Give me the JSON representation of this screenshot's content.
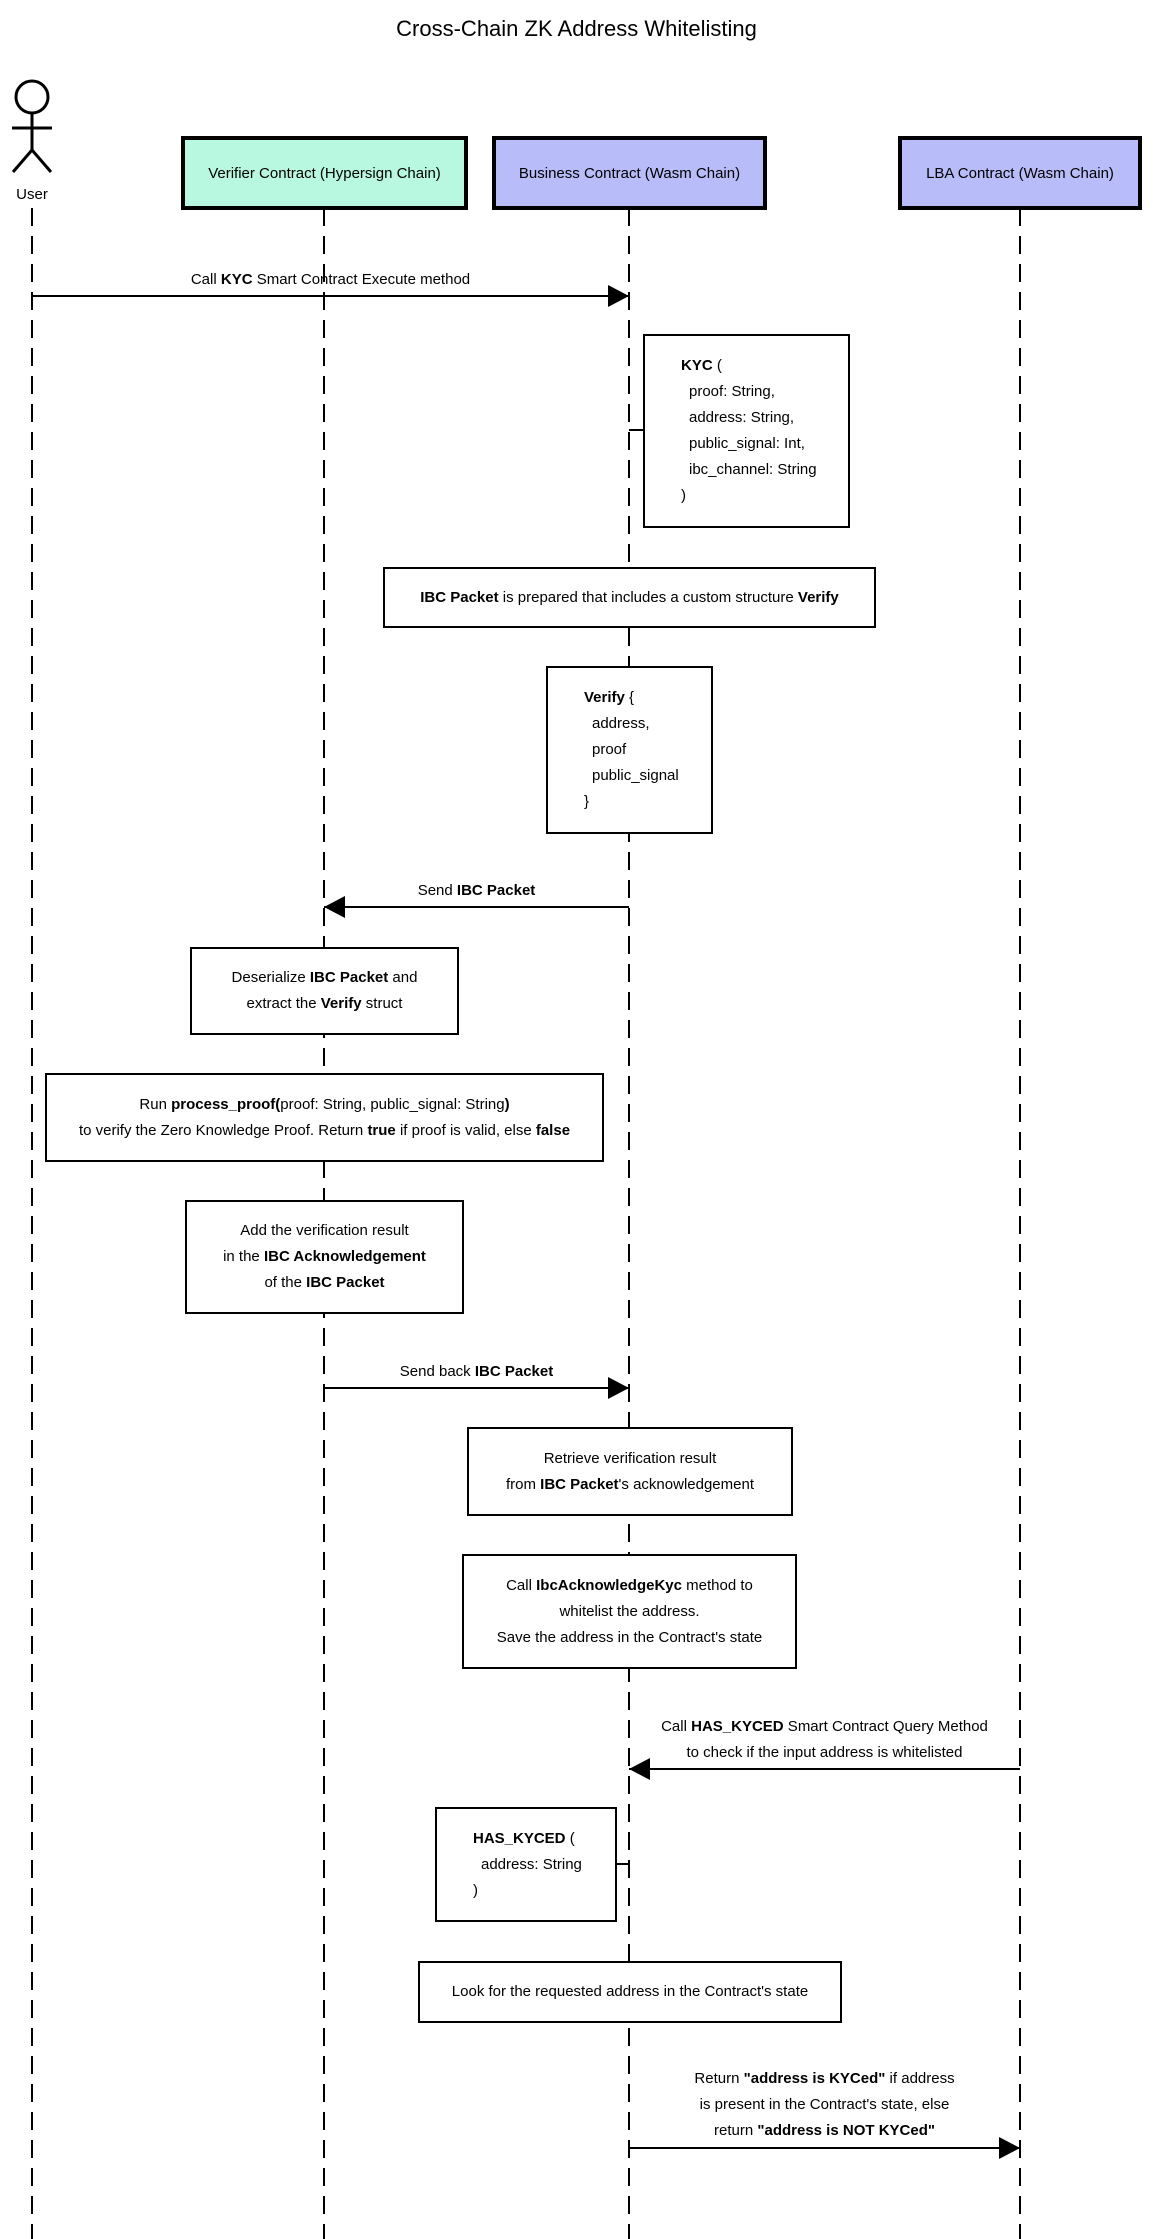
{
  "title": "Cross-Chain ZK Address Whitelisting",
  "actor": {
    "label": "User"
  },
  "participants": {
    "verifier": {
      "label": "Verifier Contract (Hypersign Chain)",
      "color": "#b8f8e0"
    },
    "business": {
      "label": "Business Contract (Wasm Chain)",
      "color": "#b8bcf8"
    },
    "lba": {
      "label": "LBA Contract (Wasm Chain)",
      "color": "#b8bcf8"
    }
  },
  "messages": {
    "call_kyc": {
      "pre": "Call ",
      "bold": "KYC",
      "post": " Smart Contract Execute method"
    },
    "send_ibc": {
      "pre": "Send ",
      "bold": "IBC Packet"
    },
    "send_back": {
      "pre": "Send back ",
      "bold": "IBC Packet"
    },
    "has_kyced_query": {
      "l1_pre": "Call ",
      "l1_bold": "HAS_KYCED",
      "l1_post": " Smart Contract Query Method",
      "l2": "to check if the input address is whitelisted"
    },
    "return_result": {
      "l1_pre": "Return ",
      "l1_bold": "\"address is KYCed\"",
      "l1_post": " if address",
      "l2": "is present in the Contract's state, else",
      "l3_pre": "return ",
      "l3_bold": "\"address is NOT KYCed\""
    }
  },
  "notes": {
    "kyc_struct": {
      "name": "KYC",
      "open": " (",
      "fields": [
        "proof: String,",
        "address: String,",
        "public_signal: Int,",
        "ibc_channel: String"
      ],
      "close": ")"
    },
    "ibc_prepared": {
      "bold1": "IBC Packet",
      "mid": " is prepared that includes a custom structure ",
      "bold2": "Verify"
    },
    "verify_struct": {
      "name": "Verify",
      "open": " {",
      "fields": [
        "address,",
        "proof",
        "public_signal"
      ],
      "close": "}"
    },
    "deserialize": {
      "l1_pre": "Deserialize ",
      "l1_bold": "IBC Packet",
      "l1_post": " and",
      "l2_pre": "extract the ",
      "l2_bold": "Verify",
      "l2_post": " struct"
    },
    "run_proof": {
      "l1_pre": "Run ",
      "l1_bold": "process_proof(",
      "l1_mid": "proof: String, public_signal: String",
      "l1_bold2": ")",
      "l2_pre": "to verify the Zero Knowledge Proof. Return ",
      "l2_bold": "true",
      "l2_mid": " if proof is valid, else ",
      "l2_bold2": "false"
    },
    "add_result": {
      "l1": "Add the verification result",
      "l2_pre": "in the ",
      "l2_bold": "IBC Acknowledgement",
      "l3_pre": "of the ",
      "l3_bold": "IBC Packet"
    },
    "retrieve": {
      "l1": "Retrieve verification result",
      "l2_pre": "from ",
      "l2_bold": "IBC Packet",
      "l2_post": "'s acknowledgement"
    },
    "call_ack": {
      "l1_pre": "Call ",
      "l1_bold": "IbcAcknowledgeKyc",
      "l1_post": " method to",
      "l2": "whitelist the address.",
      "l3": "Save the address in the Contract's state"
    },
    "has_kyced_struct": {
      "name": "HAS_KYCED",
      "open": " (",
      "fields": [
        "address: String"
      ],
      "close": ")"
    },
    "lookup": {
      "text": "Look for the requested address in the Contract's state"
    }
  }
}
